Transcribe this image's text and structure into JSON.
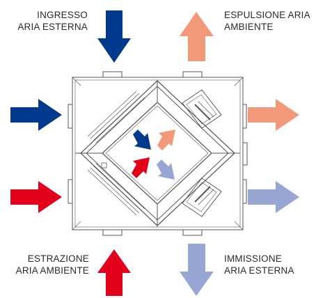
{
  "labels": {
    "top_left": {
      "line1": "INGRESSO",
      "line2": "ARIA ESTERNA"
    },
    "top_right": {
      "line1": "ESPULSIONE ARIA",
      "line2": "AMBIENTE"
    },
    "bottom_left": {
      "line1": "ESTRAZIONE",
      "line2": "ARIA AMBIENTE"
    },
    "bottom_right": {
      "line1": "IMMISSIONE",
      "line2": "ARIA ESTERNA"
    }
  },
  "colors": {
    "outdoor_air_in": "#003A8C",
    "exhaust_air_out": "#F2997A",
    "extract_air_in": "#E3001B",
    "supply_air_out": "#97A6D3",
    "unit_outline": "#555555"
  }
}
